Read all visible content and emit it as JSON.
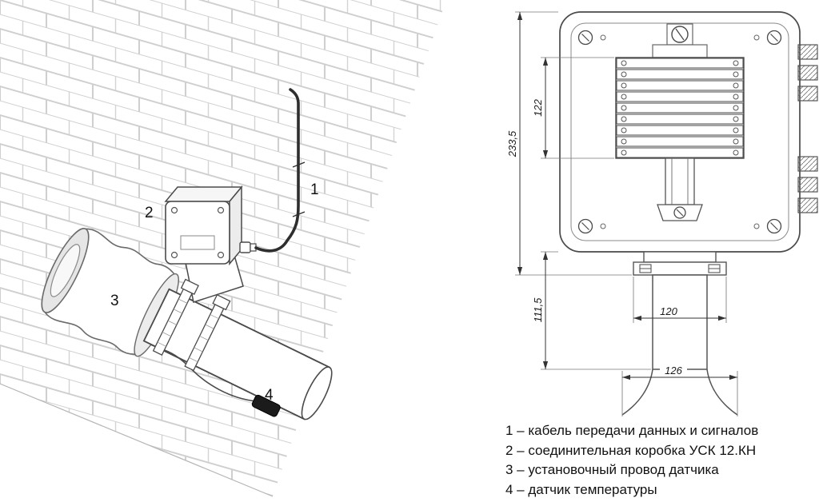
{
  "figure": {
    "illustration": {
      "part_labels": {
        "cable": "1",
        "junction_box": "2",
        "sensor_wire": "3",
        "temperature_sensor": "4"
      }
    },
    "drawing": {
      "dimensions": {
        "overall_height": "233,5",
        "terminal_block_height": "122",
        "lower_section_height": "111,5",
        "flange_width": "120",
        "bell_width": "126"
      }
    }
  },
  "legend": {
    "items": [
      "1 – кабель передачи данных и сигналов",
      "2 – соединительная коробка УСК 12.КН",
      "3 – установочный провод датчика",
      "4 – датчик температуры"
    ]
  },
  "colors": {
    "line": "#4a4a4a",
    "brick": "#cfcfcf"
  }
}
